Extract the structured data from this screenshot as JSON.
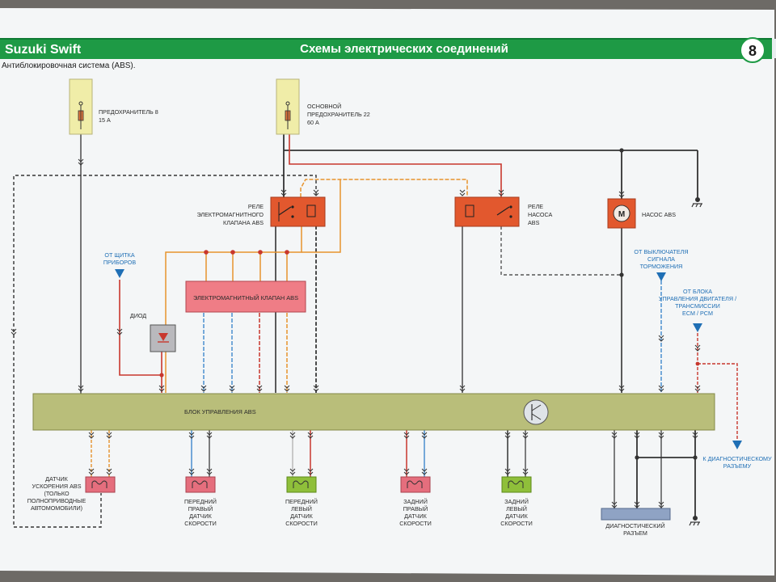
{
  "header": {
    "brand": "Suzuki Swift",
    "title": "Схемы электрических соединений",
    "page_number": "8",
    "subtitle": "Антиблокировочная система (ABS)."
  },
  "fuses": {
    "fuse8": [
      "ПРЕДОХРАНИТЕЛЬ 8",
      "15 А"
    ],
    "fuse22": [
      "ОСНОВНОЙ",
      "ПРЕДОХРАНИТЕЛЬ 22",
      "60 А"
    ]
  },
  "relays": {
    "valve_relay": [
      "РЕЛЕ",
      "ЭЛЕКТРОМАГНИТНОГО",
      "КЛАПАНА ABS"
    ],
    "pump_relay": [
      "РЕЛЕ",
      "НАСОСА",
      "ABS"
    ]
  },
  "pump": {
    "symbol": "M",
    "label": "НАСОС ABS"
  },
  "signals": {
    "instrument": [
      "ОТ ЩИТКА",
      "ПРИБОРОВ"
    ],
    "brake_switch": [
      "ОТ ВЫКЛЮЧАТЕЛЯ",
      "СИГНАЛА",
      "ТОРМОЖЕНИЯ"
    ],
    "ecm": [
      "ОТ БЛОКА",
      "УПРАВЛЕНИЯ ДВИГАТЕЛЯ /",
      "ТРАНСМИССИИ",
      "ECM / PCM"
    ],
    "diag_out": [
      "К ДИАГНОСТИЧЕСКОМУ",
      "РАЗЪЕМУ"
    ]
  },
  "components": {
    "diode": "ДИОД",
    "valve": "ЭЛЕКТРОМАГНИТНЫЙ КЛАПАН ABS",
    "ecu": "БЛОК УПРАВЛЕНИЯ ABS"
  },
  "sensors": [
    [
      "ДАТЧИК",
      "УСКОРЕНИЯ ABS",
      "(ТОЛЬКО",
      "ПОЛНОПРИВОДНЫЕ",
      "АВТОМОМОБИЛИ)"
    ],
    [
      "ПЕРЕДНИЙ",
      "ПРАВЫЙ",
      "ДАТЧИК",
      "СКОРОСТИ"
    ],
    [
      "ПЕРЕДНИЙ",
      "ЛЕВЫЙ",
      "ДАТЧИК",
      "СКОРОСТИ"
    ],
    [
      "ЗАДНИЙ",
      "ПРАВЫЙ",
      "ДАТЧИК",
      "СКОРОСТИ"
    ],
    [
      "ЗАДНИЙ",
      "ЛЕВЫЙ",
      "ДАТЧИК",
      "СКОРОСТИ"
    ]
  ],
  "diag_connector": [
    "ДИАГНОСТИЧЕСКИЙ",
    "РАЗЪЕМ"
  ],
  "colors": {
    "header_green": "#1e9a45",
    "ecu_green": "#b9be7a",
    "relay_orange": "#e2582e",
    "valve_pink": "#ef7d86",
    "sensor_pink": "#e56e7d",
    "sensor_green": "#8fbf3a",
    "wire_orange": "#e7932d",
    "wire_red": "#c8372d",
    "wire_blue": "#4b8fcf",
    "signal_blue": "#1f6fb5"
  }
}
